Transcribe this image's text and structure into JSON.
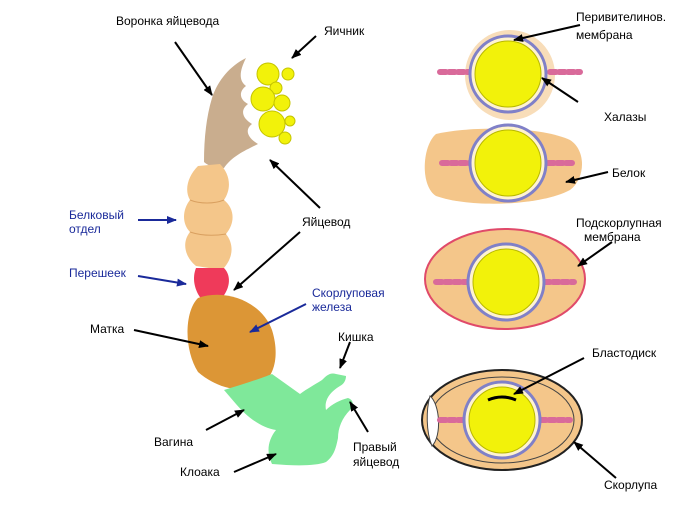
{
  "labels": {
    "funnel": "Воронка яйцевода",
    "ovary": "Яичник",
    "albumen_section_1": "Белковый",
    "albumen_section_2": "отдел",
    "isthmus": "Перешеек",
    "oviduct": "Яйцевод",
    "shell_gland_1": "Скорлуповая",
    "shell_gland_2": "железа",
    "uterus": "Матка",
    "intestine": "Кишка",
    "vagina": "Вагина",
    "right_oviduct_1": "Правый",
    "right_oviduct_2": "яйцевод",
    "cloaca": "Клоака",
    "perivitelline_1": "Перивителинов.",
    "perivitelline_2": "мембрана",
    "chalazae": "Халазы",
    "albumen": "Белок",
    "subshell_1": "Подскорлупная",
    "subshell_2": "мембрана",
    "blastodisc": "Бластодиск",
    "shell": "Скорлупа"
  },
  "colors": {
    "blue_label": "#1a2a9a",
    "yolk": "#f2f20a",
    "albumen": "#f4c68a",
    "isthmus": "#ef3a5a",
    "uterus": "#dc9636",
    "vagina_cloaca": "#7fe89a",
    "funnel": "#c9ad8e",
    "chalaza": "#d96a9a"
  }
}
